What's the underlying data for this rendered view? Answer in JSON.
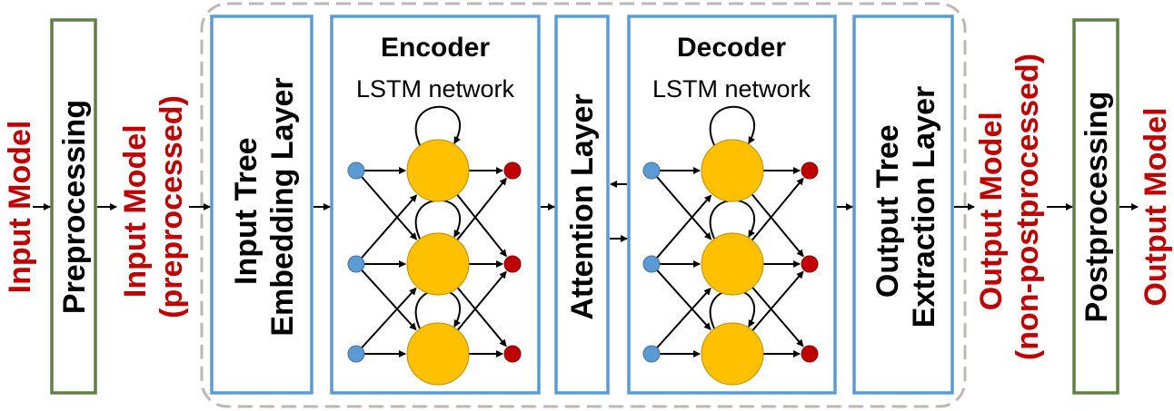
{
  "labels": {
    "input_model": "Input Model",
    "input_model_pre": [
      "Input Model",
      "(preprocessed)"
    ],
    "output_model_nonpost": [
      "Output Model",
      "(non-postprocessed)"
    ],
    "output_model": "Output Model"
  },
  "blocks": {
    "preprocessing": "Preprocessing",
    "input_tree_embedding": [
      "Input Tree",
      "Embedding Layer"
    ],
    "encoder": {
      "title": "Encoder",
      "subtitle": "LSTM network"
    },
    "attention": "Attention Layer",
    "decoder": {
      "title": "Decoder",
      "subtitle": "LSTM network"
    },
    "output_tree_extraction": [
      "Output Tree",
      "Extraction Layer"
    ],
    "postprocessing": "Postprocessing"
  },
  "colors": {
    "label_red": "#c00000",
    "green_border": "#5e8040",
    "blue_border": "#5b9bd5",
    "dash_border": "#bfb6b4",
    "input_node": "#5b9bd5",
    "hidden_node": "#ffc000",
    "output_node": "#c00000"
  }
}
